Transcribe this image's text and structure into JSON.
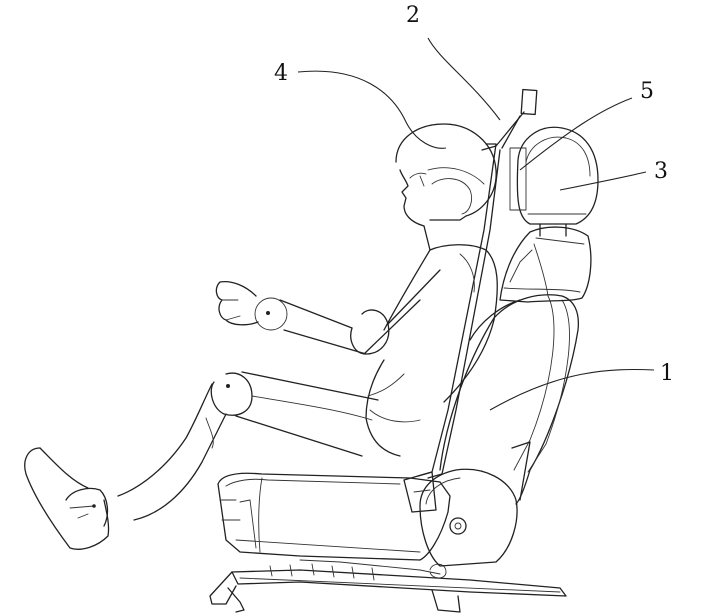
{
  "diagram": {
    "callouts": [
      {
        "id": "seat",
        "label": "1"
      },
      {
        "id": "seatbelt",
        "label": "2"
      },
      {
        "id": "headrest",
        "label": "3"
      },
      {
        "id": "occupant-head",
        "label": "4"
      },
      {
        "id": "headrest-front-sensor",
        "label": "5"
      }
    ],
    "colors": {
      "stroke": "#222222",
      "background": "#ffffff"
    }
  }
}
